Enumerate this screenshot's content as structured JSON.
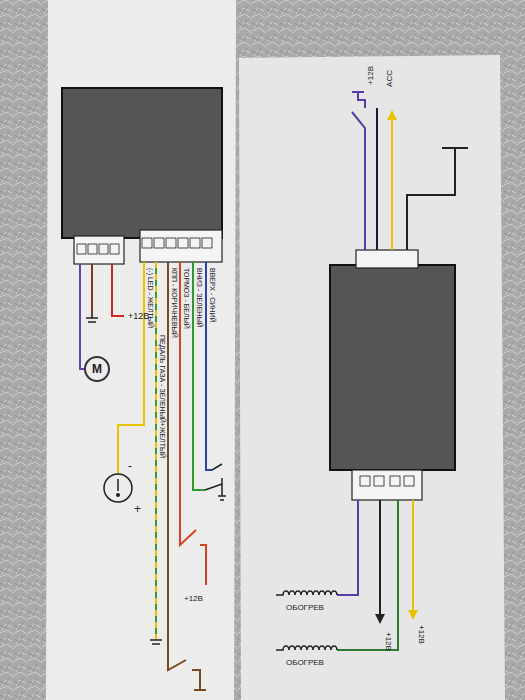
{
  "diagram": {
    "nodes": [
      {
        "text": [
          "M"
        ]
      }
    ],
    "labels": [
      "+12В",
      "(-) LED - ЖЕЛТЫЙ",
      "ПЕДАЛЬ ГАЗА - ЗЕЛЕНЫЙ+ЖЕЛТЫЙ",
      "КПП - КОРИЧНЕВЫЙ",
      "ТОРМОЗ - БЕЛЫЙ",
      "ВНИЗ - ЗЕЛЕНЫЙ",
      "ВВЕРХ - СИНИЙ",
      "-",
      "+",
      "+12В",
      "+12В",
      "ACC",
      "ОБОГРЕВ",
      "+12В",
      "ОБОГРЕВ",
      "+12В"
    ]
  }
}
